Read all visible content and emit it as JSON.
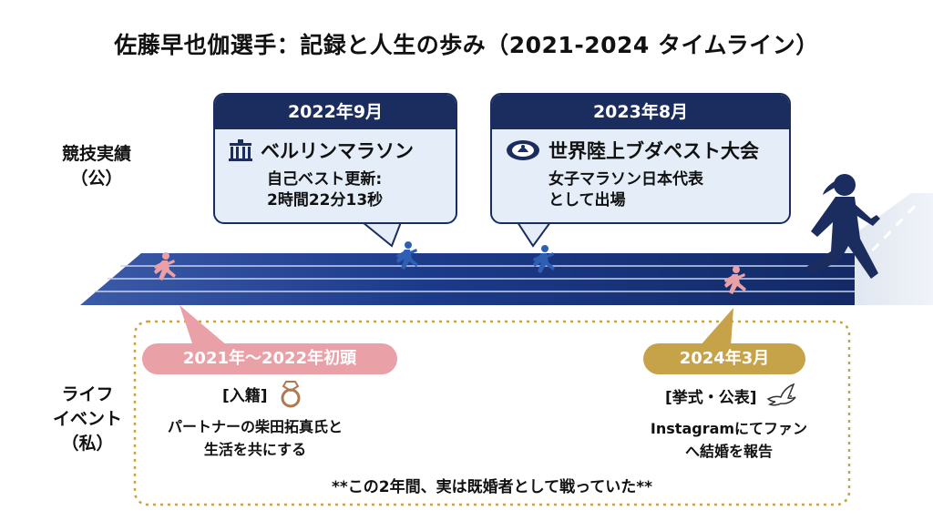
{
  "title": "佐藤早也伽選手：記録と人生の歩み（2021-2024 タイムライン）",
  "lanes": {
    "public_label": [
      "競技実績",
      "（公）"
    ],
    "private_label": [
      "ライフ",
      "イベント",
      "（私）"
    ]
  },
  "public_events": [
    {
      "date": "2022年9月",
      "icon": "brandenburg-gate-icon",
      "event": "ベルリンマラソン",
      "details": [
        "自己ベスト更新:",
        "2時間22分13秒"
      ]
    },
    {
      "date": "2023年8月",
      "icon": "budapest-emblem-icon",
      "event": "世界陸上ブダペスト大会",
      "details": [
        "女子マラソン日本代表",
        "として出場"
      ]
    }
  ],
  "private_events": [
    {
      "date": "2021年〜2022年初頭",
      "heading": "[入籍]",
      "icon": "ring-icon",
      "details": [
        "パートナーの柴田拓真氏と",
        "生活を共にする"
      ]
    },
    {
      "date": "2024年3月",
      "heading": "[挙式・公表]",
      "icon": "dove-icon",
      "details": [
        "Instagramにてファン",
        "へ結婚を報告"
      ]
    }
  ],
  "footer": "**この2年間、実は既婚者として戦っていた**",
  "colors": {
    "navy": "#1b2d5e",
    "track": "#1c3a8a",
    "pink": "#e9a0a6",
    "gold": "#c6a248",
    "callout_bg": "#e4edf8"
  }
}
